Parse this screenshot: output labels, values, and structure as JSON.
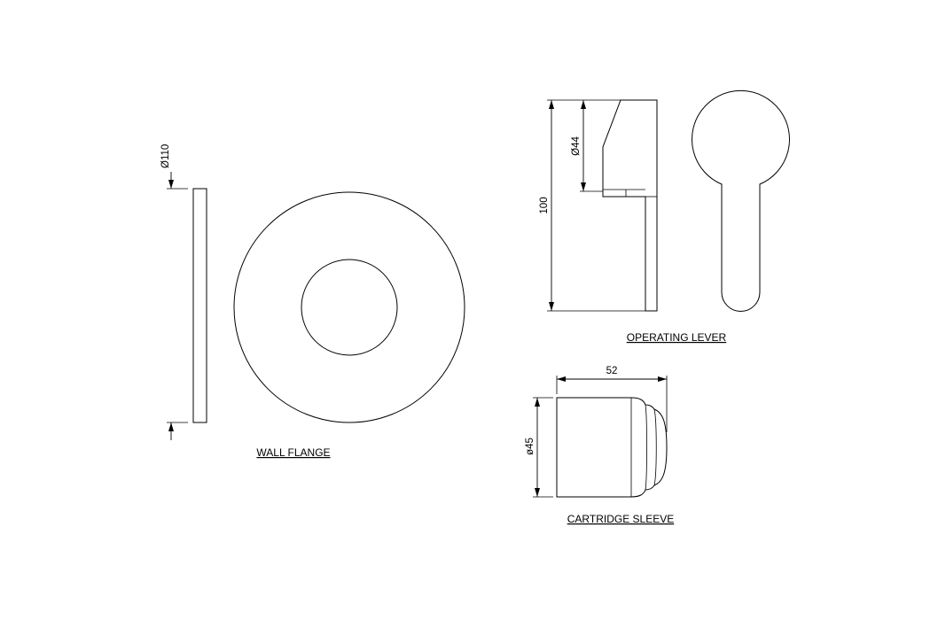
{
  "labels": {
    "wall_flange": "WALL FLANGE",
    "operating_lever": "OPERATING LEVER",
    "cartridge_sleeve": "CARTRIDGE SLEEVE"
  },
  "dimensions": {
    "flange_diameter": "Ø110",
    "lever_height": "100",
    "lever_hub": "Ø44",
    "sleeve_length": "52",
    "sleeve_diameter": "ø45"
  }
}
